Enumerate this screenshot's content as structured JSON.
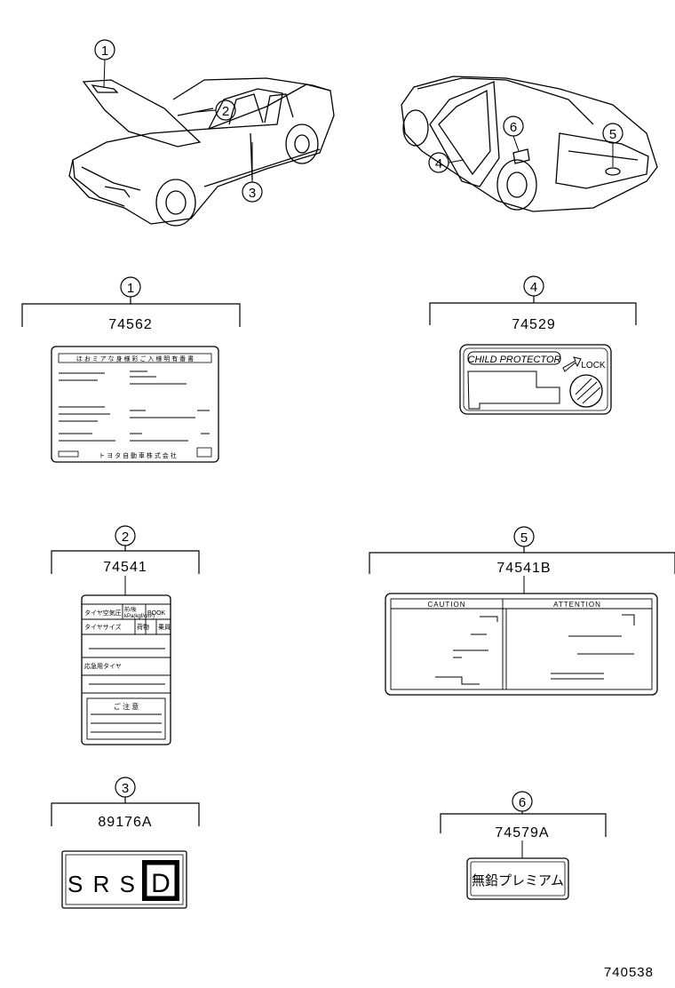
{
  "sections": [
    {
      "id": "1",
      "callout": "①",
      "part": "74562",
      "label": {
        "header": "ほ お ミ ア な 身 様 彩 ご 入 様 明 有 番 書",
        "footer": "ト ヨ タ 自 動 車 株 式 会 社"
      }
    },
    {
      "id": "2",
      "callout": "②",
      "part": "74541",
      "label": {
        "r1c1": "タイヤ空気圧",
        "r1c2": "前/後",
        "r1c3": "kPa(kgf/cm²)",
        "r1c4": "BOOK",
        "r2c1": "タイヤサイズ",
        "r2c2": "荷物",
        "r2c3": "乗員",
        "r3": "応急用タイヤ",
        "notice": "ご 注 意"
      }
    },
    {
      "id": "3",
      "callout": "③",
      "part": "89176A",
      "label": {
        "text": "S R S",
        "box": "D"
      }
    },
    {
      "id": "4",
      "callout": "④",
      "part": "74529",
      "label": {
        "title": "CHILD PROTECTOR",
        "lock": "LOCK"
      }
    },
    {
      "id": "5",
      "callout": "⑤",
      "part": "74541B",
      "label": {
        "left": "CAUTION",
        "right": "ATTENTION"
      }
    },
    {
      "id": "6",
      "callout": "⑥",
      "part": "74579A",
      "label": {
        "text": "無鉛プレミアム"
      }
    }
  ],
  "car_callouts": [
    "①",
    "②",
    "③",
    "④",
    "⑤",
    "⑥"
  ],
  "drawing_number": "740538"
}
